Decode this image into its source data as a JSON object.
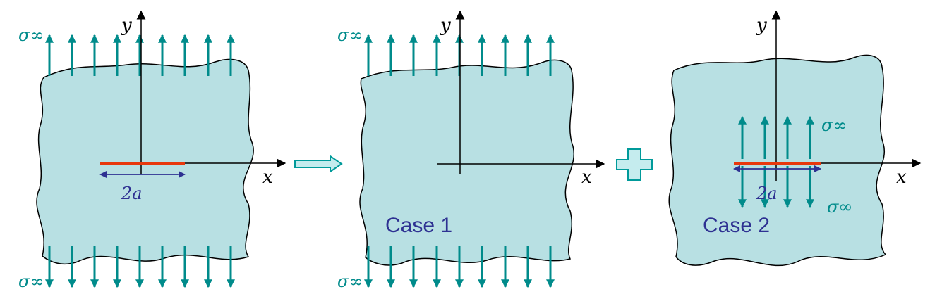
{
  "colors": {
    "plate_fill": "#b8e0e3",
    "plate_stroke": "#000000",
    "stress_arrow": "#008b8b",
    "crack": "#e8380d",
    "dimension": "#2e3192",
    "operator_fill": "#c5ecee",
    "operator_stroke": "#009a9a",
    "axis": "#000000"
  },
  "panels": [
    {
      "id": "original",
      "x_axis_label": "x",
      "y_axis_label": "y",
      "stress_top_label": "σ∞",
      "stress_bottom_label": "σ∞",
      "crack_dimension_label": "2a"
    },
    {
      "id": "case1",
      "x_axis_label": "x",
      "y_axis_label": "y",
      "stress_top_label": "σ∞",
      "stress_bottom_label": "σ∞",
      "case_label": "Case 1"
    },
    {
      "id": "case2",
      "x_axis_label": "x",
      "y_axis_label": "y",
      "crack_stress_top_label": "σ∞",
      "crack_stress_bottom_label": "σ∞",
      "crack_dimension_label": "2a",
      "case_label": "Case 2"
    }
  ],
  "operators": {
    "implies_icon": "hollow-right-arrow",
    "plus_icon": "hollow-plus"
  }
}
